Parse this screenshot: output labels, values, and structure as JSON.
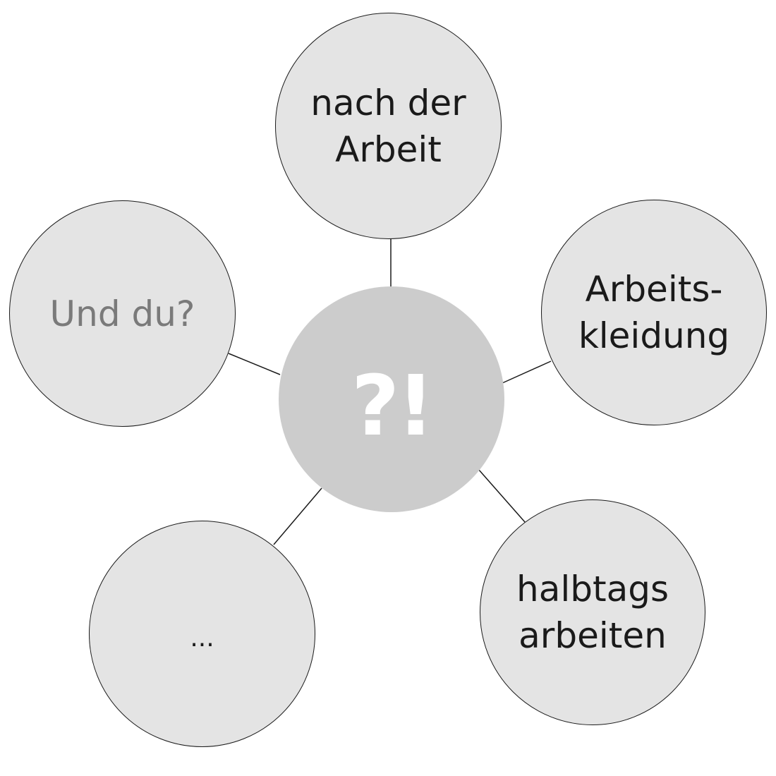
{
  "diagram": {
    "center": {
      "label": "?!"
    },
    "nodes": [
      {
        "id": "top",
        "label": "nach der\nArbeit",
        "muted": false
      },
      {
        "id": "right",
        "label": "Arbeits-\nkleidung",
        "muted": false
      },
      {
        "id": "bottom-right",
        "label": "halbtags\narbeiten",
        "muted": false
      },
      {
        "id": "bottom-left",
        "label": "...",
        "muted": false
      },
      {
        "id": "left",
        "label": "Und du?",
        "muted": true
      }
    ],
    "colors": {
      "node_fill": "#e4e4e4",
      "center_fill": "#cccccc",
      "outline": "#1a1a1a",
      "muted_text": "#7a7a7a"
    }
  }
}
